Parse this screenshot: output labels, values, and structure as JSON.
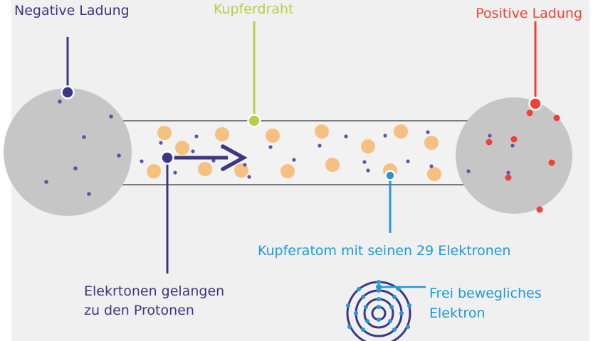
{
  "colors": {
    "navy": "#3d3683",
    "green": "#b4cf4a",
    "red": "#ef4135",
    "blue": "#1f9ad6",
    "sphere": "#c6c6c6",
    "atom": "#f6c081",
    "wire": "#555555",
    "background": "#f0f0f0"
  },
  "labels": {
    "negative_charge": "Negative Ladung",
    "copper_wire": "Kupferdraht",
    "positive_charge": "Positive Ladung",
    "copper_atom": "Kupferatom mit seinen 29 Elektronen",
    "electrons_line1": "Elekrtonen gelangen",
    "electrons_line2": "zu den Protonen",
    "free_electron_line1": "Frei bewegliches",
    "free_electron_line2": "Elektron"
  }
}
